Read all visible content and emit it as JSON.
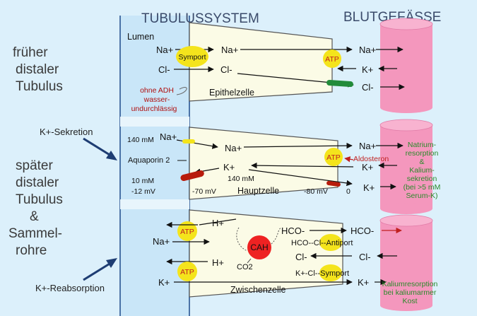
{
  "headers": {
    "tubulus": "TUBULUSSYSTEM",
    "blut": "BLUTGEFÄSSE"
  },
  "left_labels": {
    "section1": [
      "früher",
      "distaler",
      "Tubulus"
    ],
    "section2": [
      "später",
      "distaler",
      "Tubulus",
      "&",
      "Sammel-",
      "rohre"
    ],
    "k_sekretion": "K+-Sekretion",
    "k_reabsorption": "K+-Reabsorption"
  },
  "cell1": {
    "lumen": "Lumen",
    "na_lumen": "Na+",
    "symport": "Symport",
    "na_cell": "Na+",
    "cl_lumen": "Cl-",
    "cl_cell": "Cl-",
    "adh": [
      "ohne ADH",
      "wasser-",
      "undurchlässig"
    ],
    "name": "Epithelzelle",
    "atp": "ATP",
    "na_blood": "Na+",
    "k_blood": "K+",
    "cl_blood": "Cl-"
  },
  "cell2": {
    "conc_top": "140 mM",
    "na_lumen": "Na+",
    "na_cell": "Na+",
    "aquaporin": "Aquaporin 2",
    "k_cell": "K+",
    "conc_cell": "140 mM",
    "conc_bottom": "10 mM",
    "mv_lumen": "-12 mV",
    "mv_apical": "-70 mV",
    "name": "Hauptzelle",
    "mv_basal": "-80 mV",
    "zero": "0",
    "atp": "ATP",
    "aldosteron": "Aldosteron",
    "na_blood": "Na+",
    "k_blood1": "K+",
    "k_blood2": "K+",
    "note": [
      "Natrium-",
      "resorption",
      "&",
      "Kalium-",
      "sekretion",
      "(bei >5 mM",
      "Serum-K)"
    ]
  },
  "cell3": {
    "atp1": "ATP",
    "h_top": "H+",
    "na_lumen": "Na+",
    "cah": "CAH",
    "co2": "CO2",
    "h_bottom": "H+",
    "hco_cell": "HCO-",
    "antiport": "HCO--Cl--Antiport",
    "hco_blood": "HCO-",
    "cl_cell": "Cl-",
    "cl_blood": "Cl-",
    "atp2": "ATP",
    "k_lumen": "K+",
    "symport": "K+-Cl--Symport",
    "k_blood": "K+",
    "name": "Zwischenzelle",
    "note": [
      "Kaliumresorption",
      "bei kaliumarmer",
      "Kost"
    ]
  },
  "colors": {
    "background": "#dcf0fb",
    "lumen": "#c9e6f8",
    "cell": "#fbfbe6",
    "vessel": "#f497bd",
    "vessel_top": "#f8b3d0",
    "atp": "#f4e41c",
    "cah": "#ee2222",
    "pump_green": "#228b3a",
    "pump_red": "#cc2200",
    "aquaporin_red": "#b81c0c",
    "header": "#3a4a6a",
    "left_text": "#3a3a3a",
    "adh_text": "#b01010",
    "note_green": "#2a8a2a",
    "arrow_blue": "#1e3d73"
  }
}
